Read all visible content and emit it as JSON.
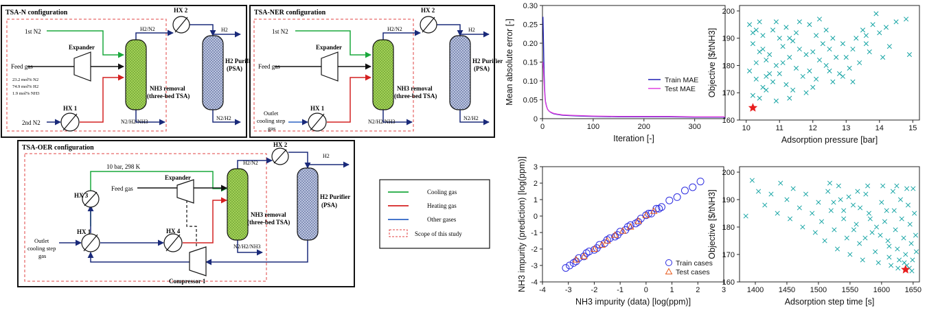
{
  "panels": {
    "tsa_n": {
      "title": "TSA-N configuration",
      "n2_1": "1st N2",
      "n2_2": "2nd N2",
      "expander": "Expander",
      "feed": "Feed gas",
      "comp": [
        "23.2 mol% N2",
        "74.9 mol% H2",
        "1.9 mol% NH3"
      ],
      "hx1": "HX 1",
      "hx2": "HX 2",
      "h2n2": "H2/N2",
      "h2": "H2",
      "nh3_removal": "NH3 removal",
      "three_bed": "(three-bed TSA)",
      "purifier": "H2 Purifier",
      "psa": "(PSA)",
      "bottom_mix": "N2/H2/NH3",
      "n2h2": "N2/H2"
    },
    "tsa_ner": {
      "title": "TSA-NER configuration",
      "n2_1": "1st N2",
      "expander": "Expander",
      "feed": "Feed gas",
      "outlet": [
        "Outlet",
        "cooling step",
        "gas"
      ],
      "hx1": "HX 1",
      "hx2": "HX 2",
      "h2n2": "H2/N2",
      "h2": "H2",
      "nh3_removal": "NH3 removal",
      "three_bed": "(three-bed TSA)",
      "purifier": "H2 Purifier",
      "psa": "(PSA)",
      "bottom_mix": "N2/H2/NH3",
      "n2h2": "N2/H2"
    },
    "tsa_oer": {
      "title": "TSA-OER configuration",
      "cond": "10 bar, 298 K",
      "expander": "Expander",
      "feed": "Feed gas",
      "hx1": "HX 1",
      "hx2": "HX 2",
      "hx3": "HX 3",
      "hx4": "HX 4",
      "outlet": [
        "Outlet",
        "cooling step",
        "gas"
      ],
      "h2n2": "H2/N2",
      "h2": "H2",
      "nh3_removal": "NH3 removal",
      "three_bed": "(three-bed TSA)",
      "purifier": "H2 Purifier",
      "psa": "(PSA)",
      "bottom_mix": "N2/H2/NH3",
      "compressor": "Compressor 1"
    }
  },
  "legend": {
    "items": [
      {
        "label": "Cooling gas",
        "color": "#19a83c"
      },
      {
        "label": "Heating gas",
        "color": "#d42020"
      },
      {
        "label": "Other gases",
        "color": "#2c63c4"
      },
      {
        "label": "Scope of this study",
        "color": "#e04040"
      }
    ]
  },
  "chart_data": [
    {
      "type": "line",
      "title": "",
      "xlabel": "Iteration [-]",
      "ylabel": "Mean absolute error [-]",
      "xlim": [
        0,
        360
      ],
      "ylim": [
        0,
        0.3
      ],
      "xticks": [
        0,
        100,
        200,
        300
      ],
      "yticks": [
        0.0,
        0.05,
        0.1,
        0.15,
        0.2,
        0.25,
        0.3
      ],
      "legend_position": "right",
      "series": [
        {
          "name": "Train MAE",
          "color": "#1f1fb4",
          "x": [
            1,
            2,
            3,
            4,
            5,
            6,
            8,
            10,
            13,
            17,
            22,
            30,
            40,
            55,
            75,
            100,
            150,
            200,
            250,
            300,
            360
          ],
          "y": [
            0.27,
            0.2,
            0.13,
            0.085,
            0.06,
            0.045,
            0.033,
            0.025,
            0.02,
            0.016,
            0.013,
            0.011,
            0.009,
            0.008,
            0.007,
            0.006,
            0.005,
            0.005,
            0.005,
            0.004,
            0.004
          ]
        },
        {
          "name": "Test MAE",
          "color": "#e040e0",
          "x": [
            1,
            2,
            3,
            4,
            5,
            6,
            8,
            10,
            13,
            17,
            22,
            30,
            40,
            55,
            75,
            100,
            150,
            200,
            250,
            300,
            360
          ],
          "y": [
            0.15,
            0.13,
            0.1,
            0.075,
            0.055,
            0.043,
            0.032,
            0.025,
            0.02,
            0.017,
            0.014,
            0.012,
            0.01,
            0.009,
            0.008,
            0.007,
            0.006,
            0.006,
            0.006,
            0.005,
            0.005
          ]
        }
      ]
    },
    {
      "type": "scatter",
      "title": "",
      "xlabel": "Adsorption pressure [bar]",
      "ylabel": "Objective [$/tNH3]",
      "xlim": [
        9.8,
        15.2
      ],
      "ylim": [
        160,
        202
      ],
      "xticks": [
        10,
        11,
        12,
        13,
        14,
        15
      ],
      "yticks": [
        160,
        170,
        180,
        190,
        200
      ],
      "marker_color": "#12a3a3",
      "optimum": {
        "x": 10.2,
        "y": 164.5,
        "color": "#e81e1e"
      },
      "points": [
        [
          10.1,
          195
        ],
        [
          10.3,
          193
        ],
        [
          10.5,
          191
        ],
        [
          10.2,
          188
        ],
        [
          10.4,
          185
        ],
        [
          10.6,
          182
        ],
        [
          10.1,
          178
        ],
        [
          10.3,
          175
        ],
        [
          10.5,
          172
        ],
        [
          10.2,
          169
        ],
        [
          10.4,
          168
        ],
        [
          10.6,
          171
        ],
        [
          10.8,
          174
        ],
        [
          11.0,
          177
        ],
        [
          10.9,
          180
        ],
        [
          10.7,
          184
        ],
        [
          11.1,
          187
        ],
        [
          11.3,
          190
        ],
        [
          10.8,
          193
        ],
        [
          11.2,
          194
        ],
        [
          11.5,
          192
        ],
        [
          11.4,
          189
        ],
        [
          11.6,
          186
        ],
        [
          11.3,
          183
        ],
        [
          11.1,
          181
        ],
        [
          11.5,
          179
        ],
        [
          11.7,
          176
        ],
        [
          11.2,
          173
        ],
        [
          11.4,
          171
        ],
        [
          11.8,
          170
        ],
        [
          12.0,
          172
        ],
        [
          12.1,
          175
        ],
        [
          11.9,
          178
        ],
        [
          12.2,
          182
        ],
        [
          12.0,
          185
        ],
        [
          12.3,
          188
        ],
        [
          12.1,
          191
        ],
        [
          12.4,
          193
        ],
        [
          12.6,
          190
        ],
        [
          12.5,
          186
        ],
        [
          12.7,
          183
        ],
        [
          12.4,
          180
        ],
        [
          12.8,
          177
        ],
        [
          12.6,
          174
        ],
        [
          12.9,
          176
        ],
        [
          13.1,
          179
        ],
        [
          13.0,
          183
        ],
        [
          13.2,
          186
        ],
        [
          13.3,
          190
        ],
        [
          13.5,
          193
        ],
        [
          13.6,
          191
        ],
        [
          13.8,
          195
        ],
        [
          14.0,
          192
        ],
        [
          14.2,
          194
        ],
        [
          13.9,
          199
        ],
        [
          14.5,
          196
        ],
        [
          14.8,
          197
        ],
        [
          14.9,
          184
        ],
        [
          14.3,
          187
        ],
        [
          13.7,
          185
        ],
        [
          13.4,
          181
        ],
        [
          12.2,
          197
        ],
        [
          11.6,
          196
        ],
        [
          10.9,
          196
        ],
        [
          10.4,
          196
        ],
        [
          10.7,
          177
        ],
        [
          10.3,
          181
        ],
        [
          11.8,
          184
        ],
        [
          12.9,
          188
        ],
        [
          13.6,
          188
        ],
        [
          14.1,
          183
        ],
        [
          10.5,
          186
        ],
        [
          10.9,
          167
        ],
        [
          11.0,
          190
        ],
        [
          12.5,
          178
        ],
        [
          13.2,
          174
        ],
        [
          10.2,
          192
        ],
        [
          11.9,
          195
        ],
        [
          10.6,
          176
        ],
        [
          11.3,
          168
        ]
      ]
    },
    {
      "type": "scatter",
      "title": "",
      "xlabel": "NH3 impurity (data) [log(ppm)]",
      "ylabel": "NH3 impurity (prediction) [log(ppm)]",
      "xlim": [
        -4,
        3
      ],
      "ylim": [
        -4,
        3
      ],
      "xticks": [
        -4,
        -3,
        -2,
        -1,
        0,
        1,
        2,
        3
      ],
      "yticks": [
        -4,
        -3,
        -2,
        -1,
        0,
        1,
        2,
        3
      ],
      "legend_position": "bottom-right",
      "series": [
        {
          "name": "Train cases",
          "color": "#2c2ce0",
          "marker": "circle",
          "x": [
            -3.1,
            -2.95,
            -2.8,
            -2.6,
            -2.4,
            -2.2,
            -2.0,
            -1.8,
            -1.6,
            -1.4,
            -1.2,
            -1.0,
            -0.8,
            -0.6,
            -0.4,
            -0.2,
            0.0,
            0.2,
            0.4,
            0.6,
            0.9,
            1.2,
            1.5,
            1.8,
            2.1,
            -2.7,
            -2.3,
            -1.9,
            -1.5,
            -1.1,
            -0.7,
            -0.3,
            0.1,
            0.5
          ],
          "y": [
            -3.15,
            -3.0,
            -2.85,
            -2.55,
            -2.45,
            -2.15,
            -2.05,
            -1.75,
            -1.65,
            -1.35,
            -1.25,
            -0.95,
            -0.85,
            -0.55,
            -0.45,
            -0.15,
            0.05,
            0.15,
            0.45,
            0.55,
            0.95,
            1.15,
            1.55,
            1.75,
            2.1,
            -2.75,
            -2.25,
            -1.95,
            -1.45,
            -1.15,
            -0.65,
            -0.35,
            0.15,
            0.45
          ]
        },
        {
          "name": "Test cases",
          "color": "#e85a1c",
          "marker": "triangle",
          "x": [
            -2.7,
            -2.4,
            -2.0,
            -1.7,
            -1.5,
            -1.2,
            -0.9,
            -0.6,
            -0.3,
            0.0,
            0.3
          ],
          "y": [
            -2.65,
            -2.45,
            -2.0,
            -1.75,
            -1.5,
            -1.15,
            -0.9,
            -0.65,
            -0.3,
            0.05,
            0.3
          ]
        }
      ]
    },
    {
      "type": "scatter",
      "title": "",
      "xlabel": "Adsorption step time [s]",
      "ylabel": "Objective [$/tNH3]",
      "xlim": [
        1375,
        1660
      ],
      "ylim": [
        160,
        202
      ],
      "xticks": [
        1400,
        1450,
        1500,
        1550,
        1600,
        1650
      ],
      "yticks": [
        160,
        170,
        180,
        190,
        200
      ],
      "marker_color": "#12a3a3",
      "optimum": {
        "x": 1638,
        "y": 164.5,
        "color": "#e81e1e"
      },
      "points": [
        [
          1385,
          184
        ],
        [
          1395,
          197
        ],
        [
          1405,
          193
        ],
        [
          1415,
          188
        ],
        [
          1425,
          192
        ],
        [
          1435,
          185
        ],
        [
          1440,
          196
        ],
        [
          1450,
          190
        ],
        [
          1455,
          183
        ],
        [
          1460,
          194
        ],
        [
          1470,
          187
        ],
        [
          1475,
          180
        ],
        [
          1480,
          192
        ],
        [
          1490,
          185
        ],
        [
          1495,
          178
        ],
        [
          1500,
          189
        ],
        [
          1505,
          182
        ],
        [
          1510,
          175
        ],
        [
          1515,
          193
        ],
        [
          1520,
          186
        ],
        [
          1525,
          179
        ],
        [
          1530,
          172
        ],
        [
          1535,
          190
        ],
        [
          1540,
          183
        ],
        [
          1545,
          176
        ],
        [
          1550,
          170
        ],
        [
          1555,
          188
        ],
        [
          1560,
          181
        ],
        [
          1565,
          174
        ],
        [
          1570,
          168
        ],
        [
          1575,
          192
        ],
        [
          1580,
          185
        ],
        [
          1585,
          178
        ],
        [
          1590,
          171
        ],
        [
          1595,
          167
        ],
        [
          1600,
          189
        ],
        [
          1605,
          182
        ],
        [
          1610,
          175
        ],
        [
          1612,
          169
        ],
        [
          1615,
          166
        ],
        [
          1618,
          193
        ],
        [
          1620,
          186
        ],
        [
          1622,
          179
        ],
        [
          1625,
          172
        ],
        [
          1628,
          168
        ],
        [
          1630,
          190
        ],
        [
          1632,
          183
        ],
        [
          1635,
          176
        ],
        [
          1638,
          170
        ],
        [
          1640,
          166
        ],
        [
          1642,
          188
        ],
        [
          1645,
          181
        ],
        [
          1647,
          174
        ],
        [
          1649,
          168
        ],
        [
          1650,
          194
        ],
        [
          1652,
          185
        ],
        [
          1654,
          177
        ],
        [
          1655,
          171
        ],
        [
          1648,
          164
        ],
        [
          1644,
          165
        ],
        [
          1636,
          167
        ],
        [
          1626,
          165
        ],
        [
          1612,
          173
        ],
        [
          1598,
          177
        ],
        [
          1582,
          183
        ],
        [
          1566,
          187
        ],
        [
          1548,
          191
        ],
        [
          1532,
          195
        ],
        [
          1518,
          196
        ],
        [
          1562,
          193
        ],
        [
          1578,
          195
        ],
        [
          1602,
          195
        ],
        [
          1624,
          195
        ],
        [
          1640,
          194
        ],
        [
          1608,
          186
        ],
        [
          1592,
          180
        ],
        [
          1574,
          176
        ],
        [
          1556,
          179
        ],
        [
          1540,
          186
        ],
        [
          1524,
          189
        ]
      ]
    }
  ]
}
